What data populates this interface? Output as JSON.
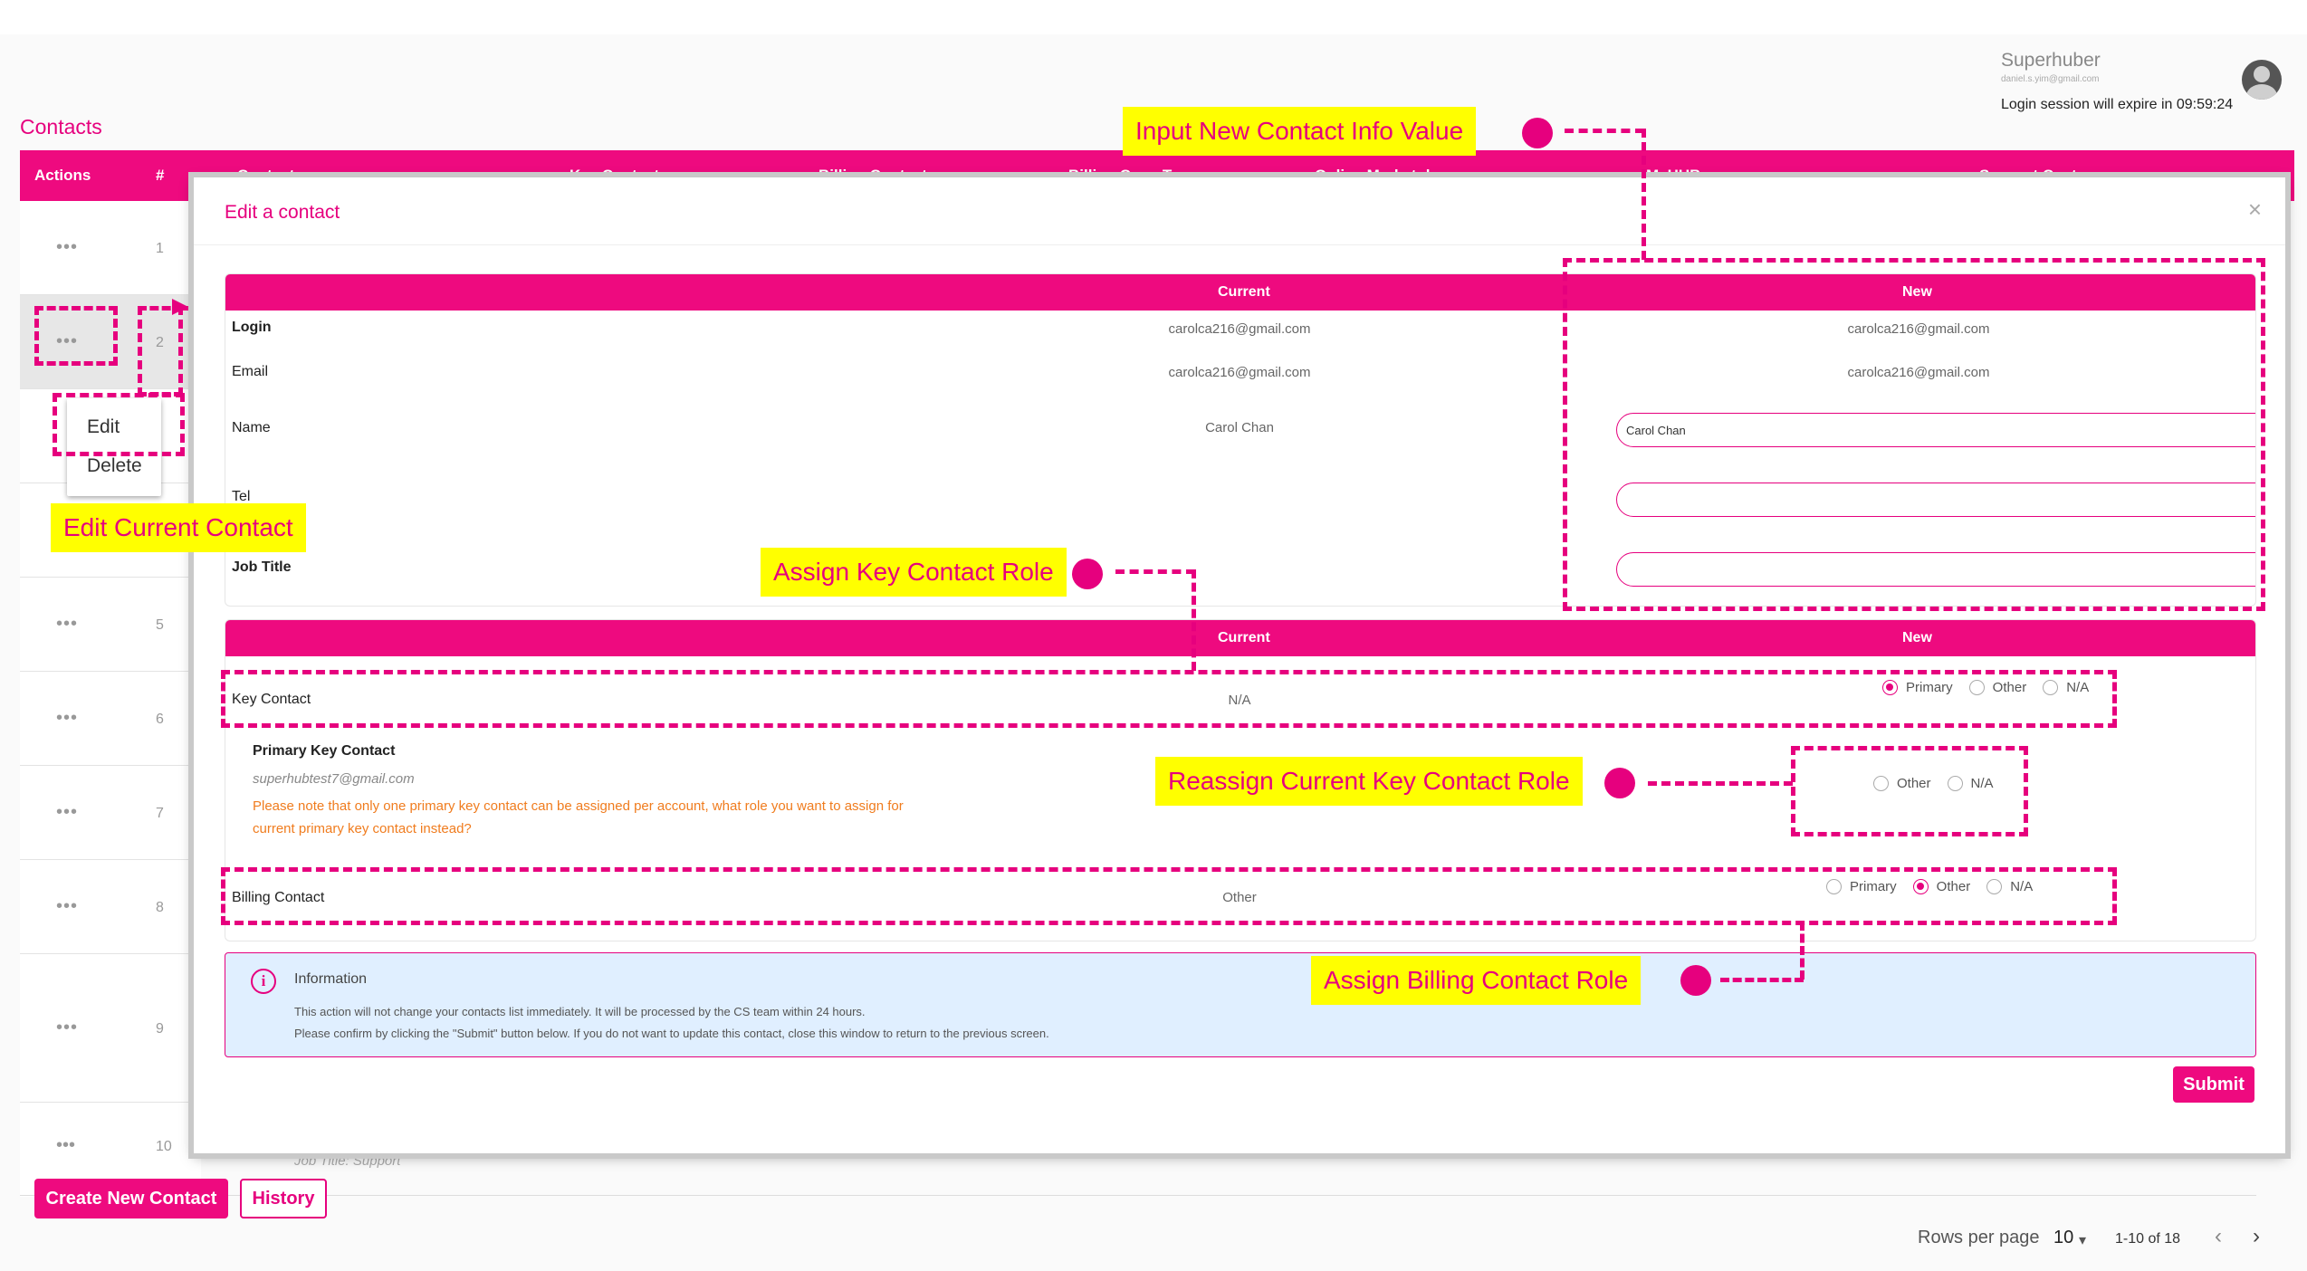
{
  "header": {
    "user_name": "Superhuber",
    "user_email": "daniel.s.yim@gmail.com",
    "session_text": "Login session will expire in 09:59:24"
  },
  "page": {
    "title": "Contacts"
  },
  "table": {
    "columns": [
      "Actions",
      "#",
      "Contact",
      "Key Contact",
      "Billing Contact",
      "Billing Copy To",
      "Online Marketplace",
      "MyHUB",
      "Support Centre"
    ],
    "row_numbers": [
      "1",
      "2",
      "5",
      "6",
      "7",
      "8",
      "9",
      "10"
    ],
    "dots": "•••",
    "faded_text": "Job Title: Support"
  },
  "context_menu": {
    "edit": "Edit",
    "delete": "Delete"
  },
  "modal": {
    "title": "Edit a contact",
    "close": "×",
    "info_panel": {
      "head_current": "Current",
      "head_new": "New",
      "fields": {
        "login": {
          "label": "Login",
          "current": "carolca216@gmail.com",
          "new": "carolca216@gmail.com"
        },
        "email": {
          "label": "Email",
          "current": "carolca216@gmail.com",
          "new": "carolca216@gmail.com"
        },
        "name": {
          "label": "Name",
          "current": "Carol Chan",
          "new": "Carol Chan"
        },
        "tel": {
          "label": "Tel",
          "new": ""
        },
        "job_title": {
          "label": "Job Title",
          "new": ""
        }
      }
    },
    "role_panel": {
      "head_current": "Current",
      "head_new": "New",
      "key_contact": {
        "label": "Key Contact",
        "current": "N/A"
      },
      "primary_key": {
        "label": "Primary Key Contact",
        "email": "superhubtest7@gmail.com",
        "warning": "Please note that only one primary key contact can be assigned per account, what role you want to assign for current primary key contact instead?"
      },
      "billing_contact": {
        "label": "Billing Contact",
        "current": "Other"
      },
      "options": {
        "primary": "Primary",
        "other": "Other",
        "na": "N/A"
      }
    },
    "information": {
      "icon": "i",
      "title": "Information",
      "line1": "This action will not change your contacts list immediately. It will be processed by the CS team within 24 hours.",
      "line2": "Please confirm by clicking the \"Submit\" button below. If you do not want to update this contact, close this window to return to the previous screen."
    },
    "submit": "Submit"
  },
  "footer": {
    "create": "Create New Contact",
    "history": "History",
    "rows_per_page": "Rows per page",
    "rows_value": "10",
    "caret": "▾",
    "range": "1-10 of 18",
    "prev": "‹",
    "next": "›"
  },
  "annotations": {
    "input_new": "Input New Contact Info Value",
    "edit_current": "Edit Current Contact",
    "assign_key": "Assign Key Contact Role",
    "reassign_key": "Reassign Current Key Contact Role",
    "assign_billing": "Assign Billing Contact Role"
  },
  "colors": {
    "brand": "#ee0a7f",
    "highlight": "#ffff00",
    "warning": "#f07c1e",
    "info_bg": "#e0efff"
  }
}
